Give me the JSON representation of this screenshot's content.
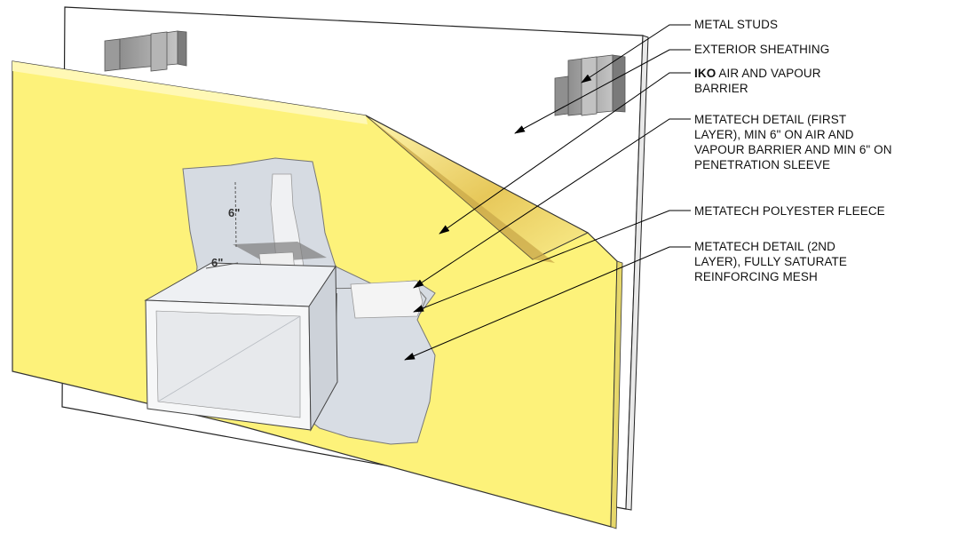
{
  "labels": {
    "metal_studs": "METAL STUDS",
    "exterior_sheathing": "EXTERIOR SHEATHING",
    "barrier_brand": "IKO",
    "barrier_line1": " AIR AND VAPOUR",
    "barrier_line2": "BARRIER",
    "detail_first_1": "METATECH DETAIL (FIRST",
    "detail_first_2": "LAYER), MIN 6\" ON AIR AND",
    "detail_first_3": "VAPOUR BARRIER AND MIN 6\" ON",
    "detail_first_4": "PENETRATION SLEEVE",
    "fleece": "METATECH POLYESTER FLEECE",
    "detail_second_1": "METATECH DETAIL (2ND",
    "detail_second_2": "LAYER), FULLY SATURATE",
    "detail_second_3": "REINFORCING MESH"
  },
  "dimensions": {
    "vertical": "6\"",
    "horizontal": "6\""
  },
  "colors": {
    "membrane": "#fdf27a",
    "sheathing": "#ffffff",
    "stud": "#a9a9a9",
    "patch": "#d6dbe2",
    "line": "#000000"
  }
}
